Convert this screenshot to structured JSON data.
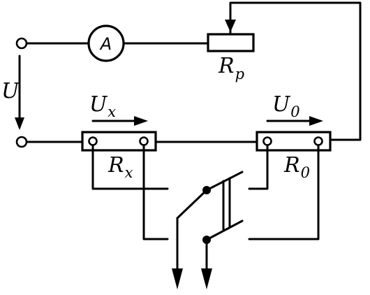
{
  "labels": {
    "supply_voltage": "U",
    "ammeter": "A",
    "rheostat": {
      "main": "R",
      "sub": "p"
    },
    "unknown_voltage": {
      "main": "U",
      "sub": "x"
    },
    "reference_voltage": {
      "main": "U",
      "sub": "0"
    },
    "unknown_resistor": {
      "main": "R",
      "sub": "x"
    },
    "reference_resistor": {
      "main": "R",
      "sub": "0"
    }
  }
}
